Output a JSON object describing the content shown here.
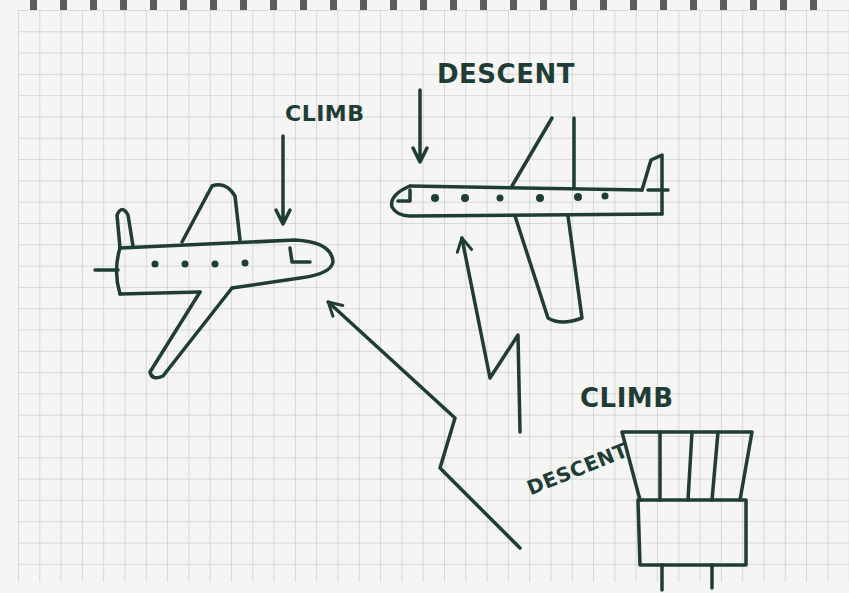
{
  "diagram": {
    "nodes": [
      {
        "text": [
          "CLIMB"
        ]
      },
      {
        "text": [
          "DESCENT"
        ]
      },
      {
        "text": [
          "CLIMB",
          "DESCENT"
        ]
      }
    ],
    "edges": [
      {
        "from": 2,
        "to": 0,
        "arrow": "to"
      },
      {
        "from": 2,
        "to": 1,
        "arrow": "to"
      }
    ]
  }
}
